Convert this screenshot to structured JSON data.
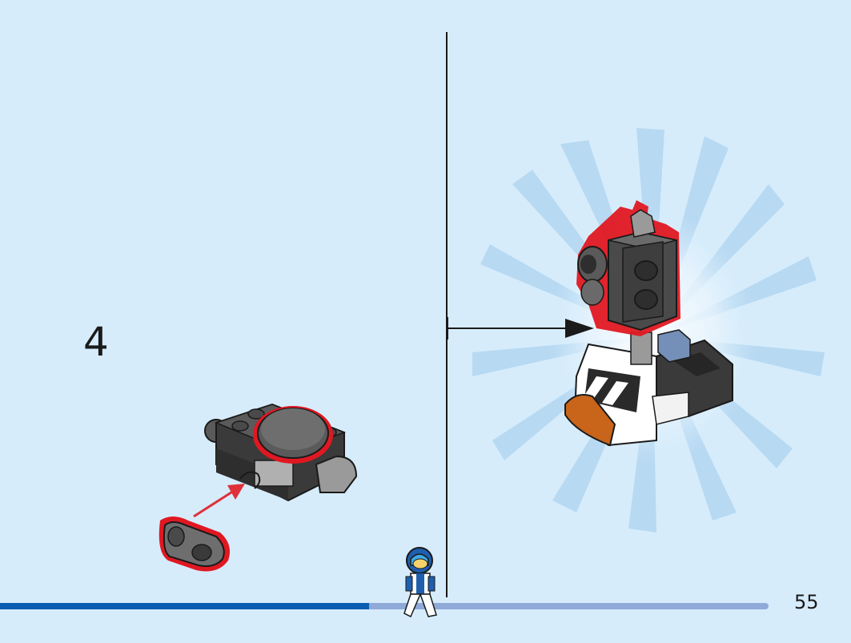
{
  "step": {
    "number": "4"
  },
  "footer": {
    "page_number": "55",
    "progress_fraction": 0.48
  },
  "colors": {
    "background": "#d6ecfb",
    "progress_done": "#0a5cb0",
    "progress_remaining": "#8fa9d9",
    "highlight_outline": "#e01822",
    "arrow_red": "#e0303a",
    "brick_dark": "#4a4a4a",
    "brick_light": "#a8a8a8",
    "brick_orange": "#c8651a"
  },
  "icons": [
    "minifigure-icon",
    "call-out-arrow-icon",
    "assembly-arrow-icon"
  ]
}
